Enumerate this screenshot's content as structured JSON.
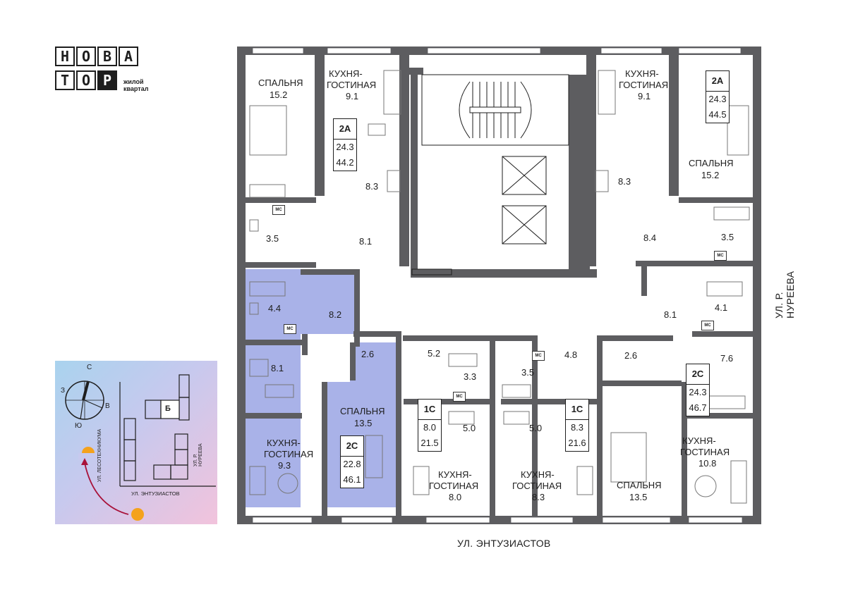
{
  "logo": {
    "letters_row1": [
      "Н",
      "О",
      "В",
      "А"
    ],
    "letters_row2": [
      "Т",
      "О",
      "Р"
    ],
    "subtitle_line1": "жилой",
    "subtitle_line2": "квартал"
  },
  "compass": {
    "north": "С",
    "south": "Ю",
    "west": "З",
    "east": "В",
    "building_label": "Б",
    "street_left": "УЛ. ЛЕСОТЕХНИКУМА",
    "street_right": "УЛ. Р. НУРЕЕВА",
    "street_bottom": "УЛ. ЭНТУЗИАСТОВ"
  },
  "streets": {
    "bottom": "УЛ. ЭНТУЗИАСТОВ",
    "right": "УЛ. Р. НУРЕЕВА"
  },
  "colors": {
    "wall": "#5d5d60",
    "highlight": "#a9b2e8",
    "line": "#1e1e1e"
  },
  "apartments": [
    {
      "id": "2A-left",
      "type": "2A",
      "living": "24.3",
      "total": "44.2"
    },
    {
      "id": "2A-right",
      "type": "2A",
      "living": "24.3",
      "total": "44.5"
    },
    {
      "id": "2C-left",
      "type": "2C",
      "living": "22.8",
      "total": "46.1"
    },
    {
      "id": "1C-left",
      "type": "1C",
      "living": "8.0",
      "total": "21.5"
    },
    {
      "id": "1C-right",
      "type": "1C",
      "living": "8.3",
      "total": "21.6"
    },
    {
      "id": "2C-right",
      "type": "2C",
      "living": "24.3",
      "total": "46.7"
    }
  ],
  "rooms": {
    "bed_tl_name": "СПАЛЬНЯ",
    "bed_tl_area": "15.2",
    "kit_tl_name1": "КУХНЯ-",
    "kit_tl_name2": "ГОСТИНАЯ",
    "kit_tl_area": "9.1",
    "kit_tl_dining": "8.3",
    "bath_tl": "3.5",
    "hall_tl": "8.1",
    "kit_tr_name1": "КУХНЯ-",
    "kit_tr_name2": "ГОСТИНАЯ",
    "kit_tr_area": "9.1",
    "kit_tr_dining": "8.3",
    "bed_tr_name": "СПАЛЬНЯ",
    "bed_tr_area": "15.2",
    "hall_tr": "8.4",
    "bath_tr": "3.5",
    "bath_ml": "4.4",
    "hall_ml": "8.2",
    "dining_ml": "8.1",
    "closet_ml": "2.6",
    "kit_ml_name1": "КУХНЯ-",
    "kit_ml_name2": "ГОСТИНАЯ",
    "kit_ml_area": "9.3",
    "bed_ml_name": "СПАЛЬНЯ",
    "bed_ml_area": "13.5",
    "hall_c1": "5.2",
    "bath_c1": "3.3",
    "bath_c2": "3.5",
    "hall_c2": "4.8",
    "dining_c1": "5.0",
    "dining_c2": "5.0",
    "kit_c1_name1": "КУХНЯ-",
    "kit_c1_name2": "ГОСТИНАЯ",
    "kit_c1_area": "8.0",
    "kit_c2_name1": "КУХНЯ-",
    "kit_c2_name2": "ГОСТИНАЯ",
    "kit_c2_area": "8.3",
    "hall_mr": "8.1",
    "bath_mr": "4.1",
    "closet_mr": "2.6",
    "dining_mr": "7.6",
    "bed_br_name": "СПАЛЬНЯ",
    "bed_br_area": "13.5",
    "kit_br_name1": "КУХНЯ-",
    "kit_br_name2": "ГОСТИНАЯ",
    "kit_br_area": "10.8"
  },
  "wc_tag": "МС"
}
